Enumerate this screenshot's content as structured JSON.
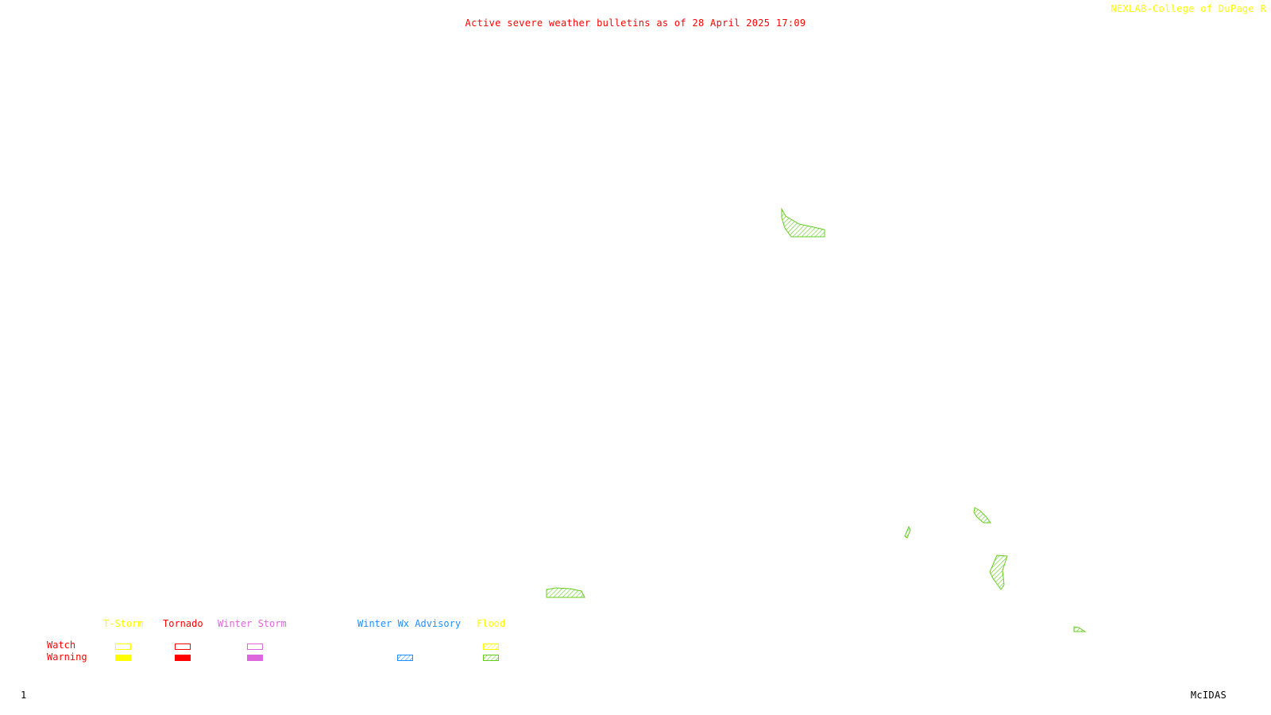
{
  "header": {
    "title": "Active severe weather bulletins as of 28 April 2025 17:09",
    "credit": "NEXLAB-College of DuPage R"
  },
  "legend": {
    "row_labels": {
      "watch": "Watch",
      "warning": "Warning"
    },
    "categories": [
      {
        "label": "T-Storm",
        "color": "#ffff00"
      },
      {
        "label": "Tornado",
        "color": "#ff0000"
      },
      {
        "label": "Winter Storm",
        "color": "#dd66dd"
      },
      {
        "label": "Winter Wx Advisory",
        "color": "#1e90ff"
      },
      {
        "label": "Flood",
        "color": "#77dd33"
      }
    ]
  },
  "footer": {
    "frame_number": "1",
    "software": "McIDAS"
  },
  "colors": {
    "title": "#ff0000",
    "credit": "#ffff00",
    "flood_hatch": "#66cc22"
  }
}
